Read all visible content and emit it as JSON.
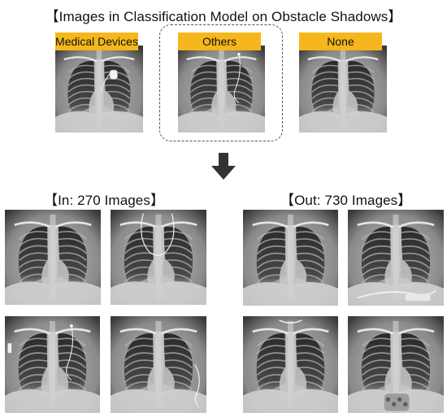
{
  "title": "【Images in Classification Model on Obstacle Shadows】",
  "categories": [
    {
      "label": "Medical Devices"
    },
    {
      "label": "Others"
    },
    {
      "label": "None"
    }
  ],
  "in_group": {
    "title": "【In: 270 Images】"
  },
  "out_group": {
    "title": "【Out: 730 Images】"
  },
  "colors": {
    "label_bg": "#f6b71c",
    "arrow": "#333333",
    "dashed_border": "#555555"
  },
  "icons": {
    "arrow": "arrow-down-icon"
  }
}
